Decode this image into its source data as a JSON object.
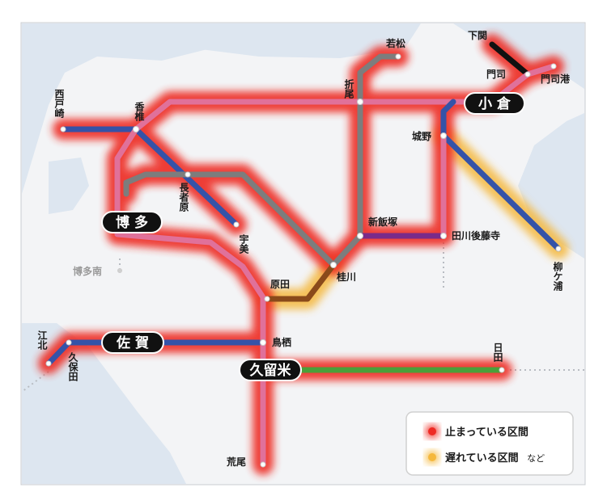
{
  "legend": {
    "stopped_label": "止まっている区間",
    "delayed_label": "遅れている区間",
    "delayed_suffix": "など"
  },
  "colors": {
    "stopped_glow": "#ee2a24",
    "delayed_glow": "#f5b83d",
    "kagoshima_line": "#e0719a",
    "blue_line": "#3553a8",
    "gray_line": "#7d7d7d",
    "purple_line": "#7a2b8a",
    "brown_line": "#8a4a1a",
    "green_line": "#4aa03a",
    "black_line": "#111111"
  },
  "major_stations": {
    "kokura": "小 倉",
    "hakata": "博 多",
    "saga": "佐 賀",
    "kurume": "久留米"
  },
  "stations": {
    "shimonoseki": "下関",
    "moji": "門司",
    "mojiko": "門司港",
    "wakamatsu": "若松",
    "orio": "折尾",
    "nishitozaki": "西戸崎",
    "kashii": "香椎",
    "johno": "城野",
    "chojabaru": "長者原",
    "umi": "宇美",
    "shiniizuka": "新飯塚",
    "tagawagotoji": "田川後藤寺",
    "hakataminami": "博多南",
    "yanagigaura": "柳ケ浦",
    "harada": "原田",
    "keisen": "桂川",
    "kouhoku": "江北",
    "kubota": "久保田",
    "tosu": "鳥栖",
    "hita": "日田",
    "arao": "荒尾"
  }
}
